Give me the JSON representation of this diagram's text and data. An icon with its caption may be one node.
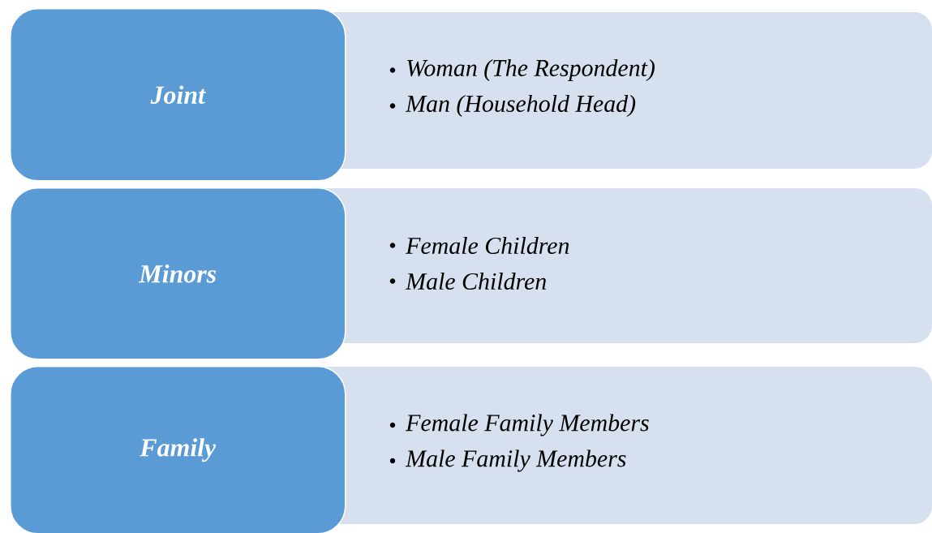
{
  "diagram": {
    "nodes": [
      {
        "text": [
          "Joint"
        ]
      },
      {
        "text": [
          "Woman (The Respondent)",
          "Man (Household Head)"
        ]
      },
      {
        "text": [
          "Minors"
        ]
      },
      {
        "text": [
          "Female Children",
          "Male Children"
        ]
      },
      {
        "text": [
          "Family"
        ]
      },
      {
        "text": [
          "Female Family Members",
          "Male Family Members"
        ]
      }
    ]
  }
}
